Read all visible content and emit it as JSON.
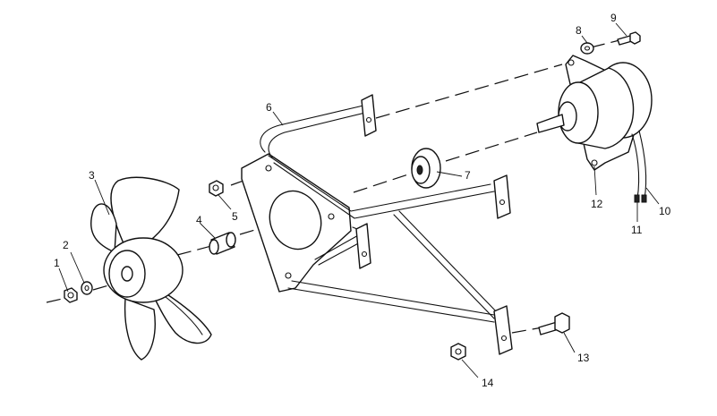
{
  "callouts": [
    {
      "id": "c1",
      "label": "1"
    },
    {
      "id": "c2",
      "label": "2"
    },
    {
      "id": "c3",
      "label": "3"
    },
    {
      "id": "c4",
      "label": "4"
    },
    {
      "id": "c5",
      "label": "5"
    },
    {
      "id": "c6",
      "label": "6"
    },
    {
      "id": "c7",
      "label": "7"
    },
    {
      "id": "c8",
      "label": "8"
    },
    {
      "id": "c9",
      "label": "9"
    },
    {
      "id": "c10",
      "label": "10"
    },
    {
      "id": "c11",
      "label": "11"
    },
    {
      "id": "c12",
      "label": "12"
    },
    {
      "id": "c13",
      "label": "13"
    },
    {
      "id": "c14",
      "label": "14"
    }
  ],
  "colors": {
    "ink": "#111111",
    "paper": "#ffffff"
  }
}
